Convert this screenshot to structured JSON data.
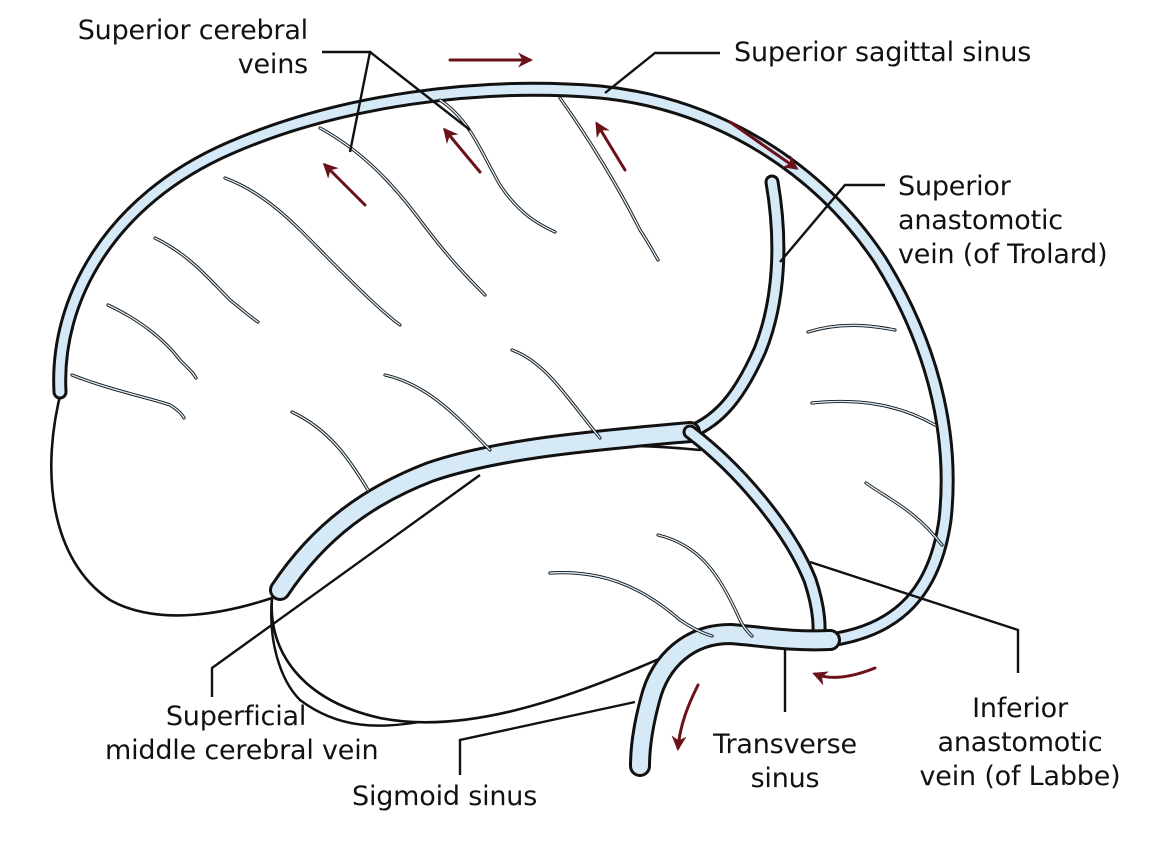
{
  "title": "Superficial cerebral veins and dural venous sinuses (lateral view)",
  "colors": {
    "vein_fill": "#d6e9f7",
    "outline": "#111111",
    "flow_arrow": "#6b1218",
    "background": "#ffffff"
  },
  "labels": {
    "superior_cerebral_veins": {
      "line1": "Superior cerebral",
      "line2": "veins"
    },
    "superior_sagittal_sinus": {
      "line1": "Superior sagittal sinus"
    },
    "superior_anastomotic_vein": {
      "line1": "Superior",
      "line2": "anastomotic",
      "line3": "vein (of Trolard)"
    },
    "superficial_middle_cerebral_vein": {
      "line1": "Superficial",
      "line2": "middle cerebral vein"
    },
    "sigmoid_sinus": {
      "line1": "Sigmoid sinus"
    },
    "transverse_sinus": {
      "line1": "Transverse",
      "line2": "sinus"
    },
    "inferior_anastomotic_vein": {
      "line1": "Inferior",
      "line2": "anastomotic",
      "line3": "vein (of Labbe)"
    }
  },
  "flow_arrows": [
    {
      "location": "above superior sagittal sinus",
      "direction": "right"
    },
    {
      "location": "posterior superior sagittal sinus",
      "direction": "down-right"
    },
    {
      "location": "superior cerebral vein 1",
      "direction": "up-left"
    },
    {
      "location": "superior cerebral vein 2",
      "direction": "up-left"
    },
    {
      "location": "superior cerebral vein 3",
      "direction": "up-left"
    },
    {
      "location": "transverse sinus",
      "direction": "left"
    },
    {
      "location": "sigmoid sinus",
      "direction": "down"
    }
  ]
}
